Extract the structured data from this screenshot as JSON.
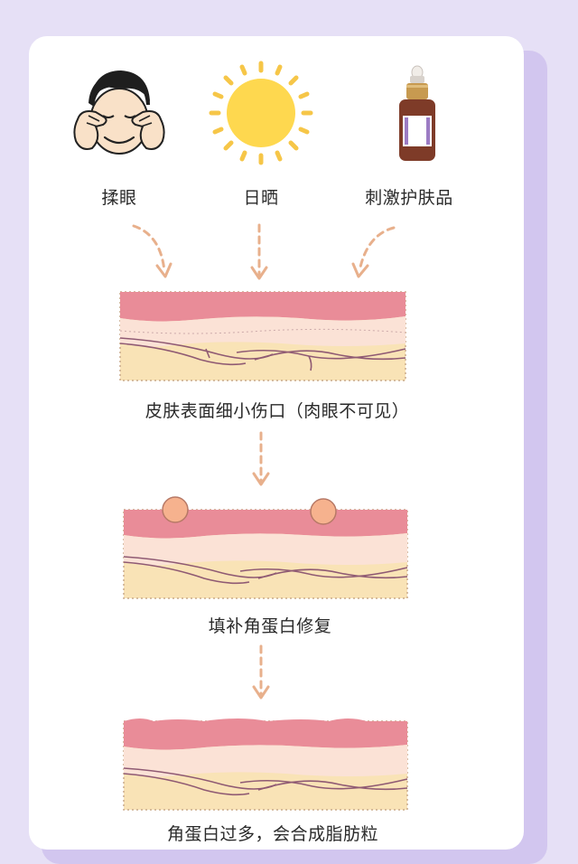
{
  "causes": [
    {
      "label": "揉眼",
      "icon": "rubbing-eyes-icon"
    },
    {
      "label": "日晒",
      "icon": "sun-icon"
    },
    {
      "label": "刺激护肤品",
      "icon": "serum-bottle-icon"
    }
  ],
  "steps": [
    {
      "label": "皮肤表面细小伤口（肉眼不可见）"
    },
    {
      "label": "填补角蛋白修复"
    },
    {
      "label": "角蛋白过多，会合成脂肪粒"
    }
  ],
  "colors": {
    "background": "#e6e0f6",
    "card": "#ffffff",
    "arrow": "#e8b08c",
    "skin_top": "#e98c98",
    "skin_mid": "#fbe2d6",
    "skin_base": "#f9e3b6",
    "vein": "#8f5a73",
    "keratin": "#f6b28e"
  }
}
